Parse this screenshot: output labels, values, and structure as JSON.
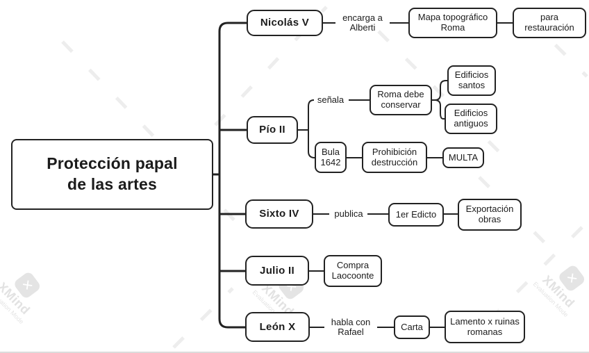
{
  "app": {
    "watermark_brand": "XMind",
    "watermark_mode": "Evaluation Mode"
  },
  "colors": {
    "line": "#222222",
    "box_border": "#222222",
    "box_background": "#ffffff",
    "text": "#1b1b1b",
    "watermark": "#e2e2e2"
  },
  "root": {
    "label": "Protección papal de las artes",
    "line1": "Protección papal",
    "line2": "de las artes"
  },
  "branches": {
    "nicolas": {
      "topic": "Nicolás V",
      "relation": "encarga a Alberti",
      "child": "Mapa topográfico Roma",
      "grandchild": "para restauración"
    },
    "pio": {
      "topic": "Pío II",
      "relation_top": "señala",
      "child_top": "Roma debe conservar",
      "child_top_a": "Edificios santos",
      "child_top_b": "Edificios antiguos",
      "child_bottom": "Bula 1642",
      "child_bottom_2": "Prohibición destrucción",
      "child_bottom_3": "MULTA"
    },
    "sixto": {
      "topic": "Sixto IV",
      "relation": "publica",
      "child": "1er Edicto",
      "grandchild": "Exportación obras"
    },
    "julio": {
      "topic": "Julio II",
      "child": "Compra Laocoonte"
    },
    "leon": {
      "topic": "León X",
      "relation": "habla con Rafael",
      "child": "Carta",
      "grandchild": "Lamento x ruinas romanas"
    }
  }
}
